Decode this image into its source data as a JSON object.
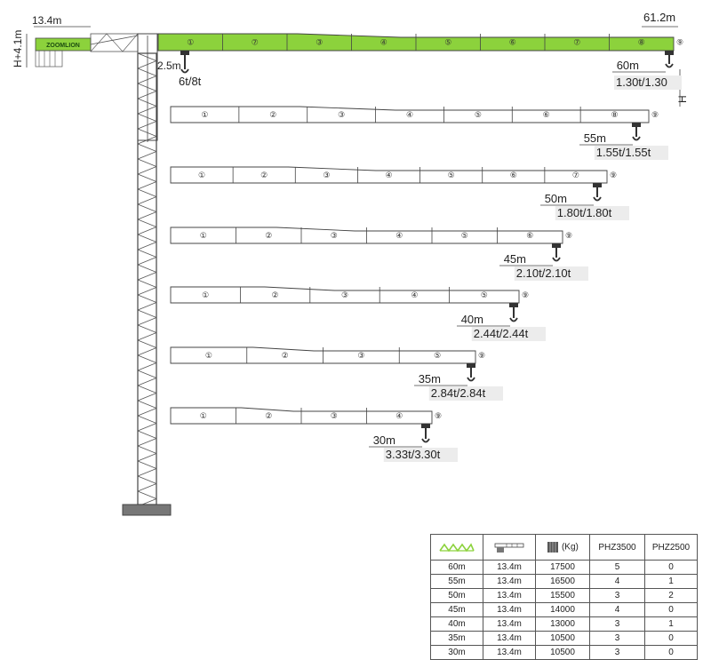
{
  "labels": {
    "top_left_width": "13.4m",
    "height_mark": "H+4.1m",
    "brand": "ZOOMLION",
    "max_jib": "61.2m",
    "min_radius": "2.5m",
    "max_load": "6t/8t",
    "h_mark": "H"
  },
  "colors": {
    "jib_green": "#8cd23c",
    "outline": "#444444",
    "label_bg": "#ececec",
    "base": "#777777"
  },
  "configs": [
    {
      "length": "60m",
      "tip_load": "1.30t/1.30",
      "sections": [
        "①",
        "⑦",
        "③",
        "④",
        "⑤",
        "⑥",
        "⑦",
        "⑧",
        "⑨"
      ]
    },
    {
      "length": "55m",
      "tip_load": "1.55t/1.55t",
      "sections": [
        "①",
        "②",
        "③",
        "④",
        "⑤",
        "⑥",
        "⑧",
        "⑨"
      ]
    },
    {
      "length": "50m",
      "tip_load": "1.80t/1.80t",
      "sections": [
        "①",
        "②",
        "③",
        "④",
        "⑤",
        "⑥",
        "⑦",
        "⑨"
      ]
    },
    {
      "length": "45m",
      "tip_load": "2.10t/2.10t",
      "sections": [
        "①",
        "②",
        "③",
        "④",
        "⑤",
        "⑥",
        "⑨"
      ]
    },
    {
      "length": "40m",
      "tip_load": "2.44t/2.44t",
      "sections": [
        "①",
        "②",
        "③",
        "④",
        "⑤",
        "⑨"
      ]
    },
    {
      "length": "35m",
      "tip_load": "2.84t/2.84t",
      "sections": [
        "①",
        "②",
        "③",
        "⑤",
        "⑨"
      ]
    },
    {
      "length": "30m",
      "tip_load": "3.33t/3.30t",
      "sections": [
        "①",
        "②",
        "③",
        "④",
        "⑨"
      ]
    }
  ],
  "table": {
    "headers": {
      "jib_icon": "jib-icon",
      "counterjib_icon": "counter-jib-icon",
      "weight_icon": "counterweight-icon",
      "kg": "(Kg)",
      "col4": "PHZ3500",
      "col5": "PHZ2500"
    },
    "rows": [
      [
        "60m",
        "13.4m",
        "17500",
        "5",
        "0"
      ],
      [
        "55m",
        "13.4m",
        "16500",
        "4",
        "1"
      ],
      [
        "50m",
        "13.4m",
        "15500",
        "3",
        "2"
      ],
      [
        "45m",
        "13.4m",
        "14000",
        "4",
        "0"
      ],
      [
        "40m",
        "13.4m",
        "13000",
        "3",
        "1"
      ],
      [
        "35m",
        "13.4m",
        "10500",
        "3",
        "0"
      ],
      [
        "30m",
        "13.4m",
        "10500",
        "3",
        "0"
      ]
    ]
  }
}
